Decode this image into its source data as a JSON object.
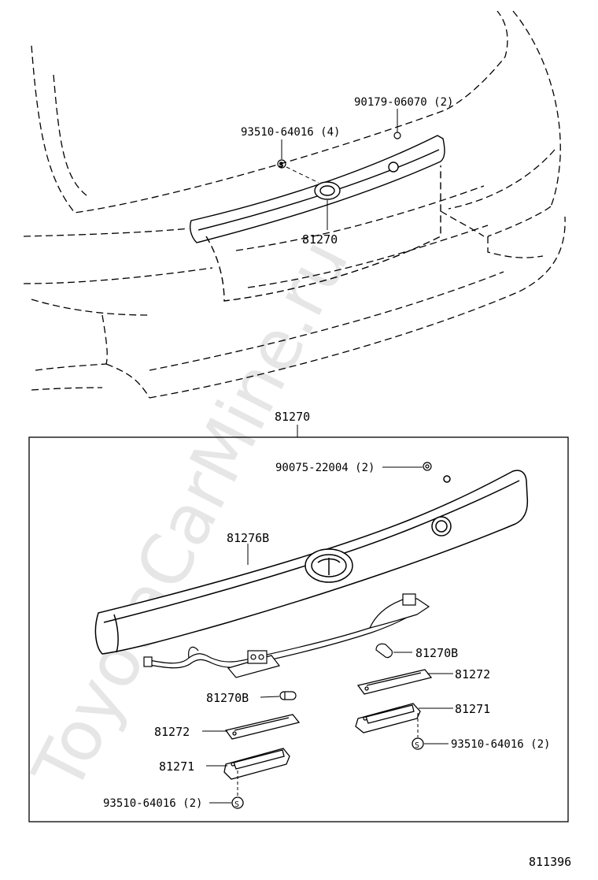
{
  "watermark": "ToyotaCarMine.ru",
  "diagram_id": "811396",
  "top_view": {
    "callouts": {
      "nut_90179": "90179-06070 (2)",
      "screw_93510": "93510-64016 (4)",
      "garnish_81270": "81270"
    }
  },
  "detail_view": {
    "assembly_label": "81270",
    "callouts": {
      "nut_90075": "90075-22004 (2)",
      "garnish_81276B": "81276B",
      "bulb_right": "81270B",
      "lens_right": "81272",
      "housing_right": "81271",
      "screw_right": "93510-64016 (2)",
      "bulb_left": "81270B",
      "lens_left": "81272",
      "housing_left": "81271",
      "screw_left": "93510-64016 (2)"
    }
  },
  "colors": {
    "line": "#000000",
    "watermark": "#e6e6e6"
  }
}
